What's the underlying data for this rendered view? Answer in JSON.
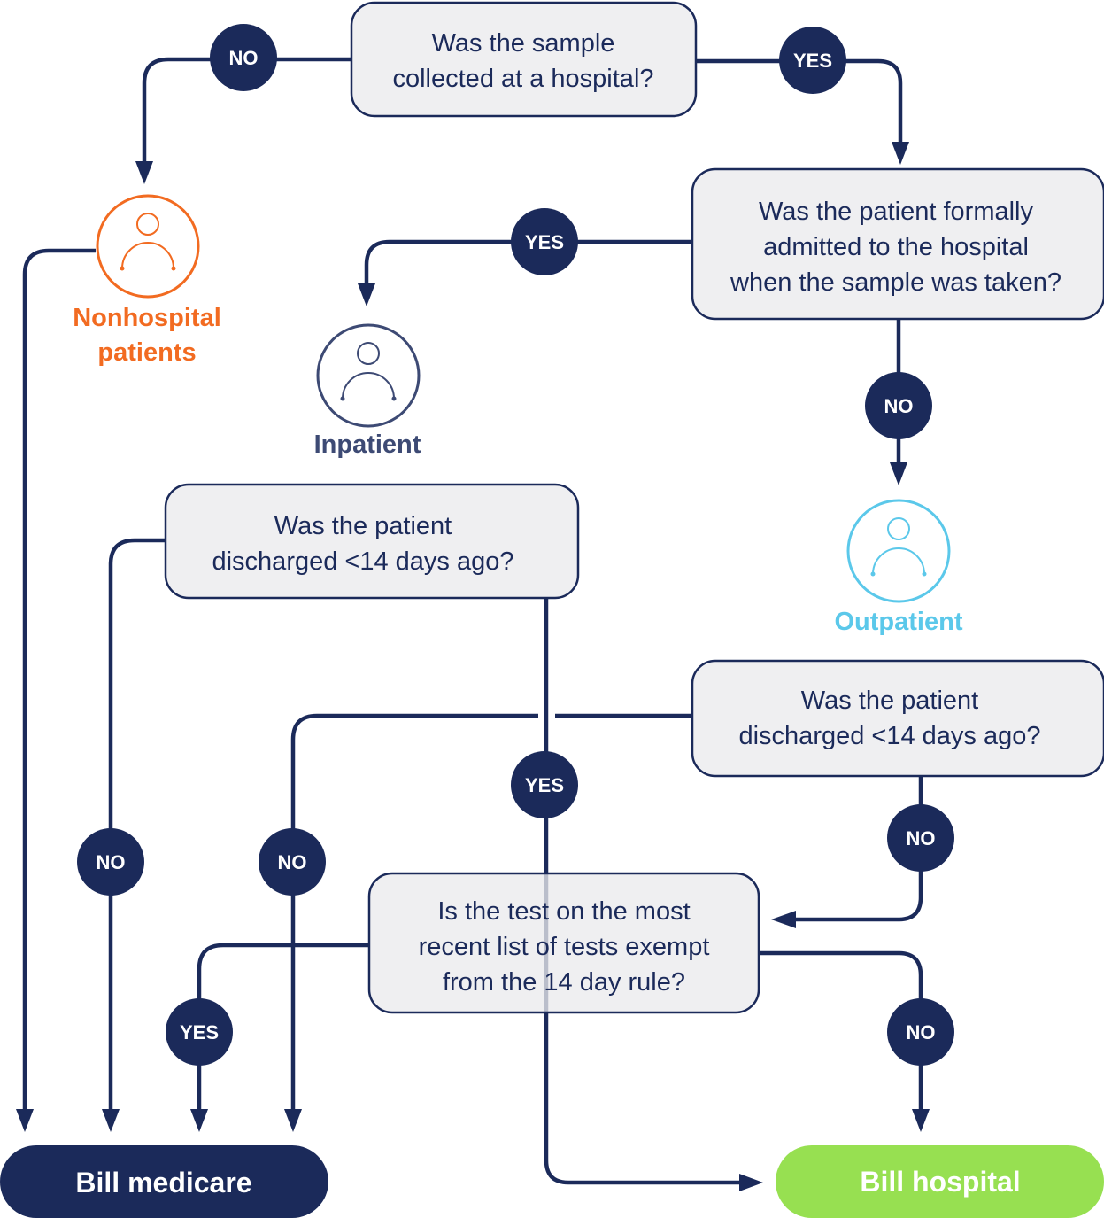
{
  "colors": {
    "navy": "#1b2a5a",
    "box_fill": "#efeff1",
    "nonhospital": "#f26b21",
    "inpatient": "#3d4a74",
    "outpatient": "#5bc8ea",
    "bill_hospital": "#97e051"
  },
  "questions": {
    "q1": [
      "Was the sample",
      "collected at a hospital?"
    ],
    "q2": [
      "Was the patient formally",
      "admitted to the hospital",
      "when the sample was taken?"
    ],
    "q3": [
      "Was the patient",
      "discharged <14 days ago?"
    ],
    "q4": [
      "Was the patient",
      "discharged <14 days ago?"
    ],
    "q5": [
      "Is the test on the most",
      "recent list of tests exempt",
      "from the 14 day rule?"
    ]
  },
  "answers": {
    "yes": "YES",
    "no": "NO"
  },
  "patients": {
    "nonhospital": [
      "Nonhospital",
      "patients"
    ],
    "inpatient": "Inpatient",
    "outpatient": "Outpatient"
  },
  "outcomes": {
    "bill_medicare": "Bill medicare",
    "bill_hospital": "Bill hospital"
  },
  "icons": {
    "nonhospital": "person-icon",
    "inpatient": "person-icon",
    "outpatient": "person-icon"
  }
}
